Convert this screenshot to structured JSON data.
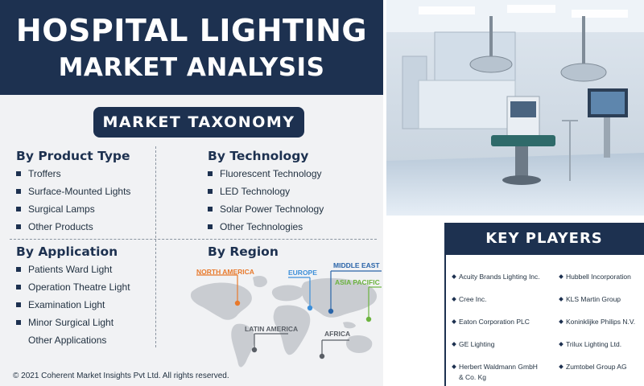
{
  "header": {
    "title_line1": "HOSPITAL LIGHTING",
    "title_line2": "MARKET ANALYSIS"
  },
  "taxonomy": {
    "badge": "MARKET  TAXONOMY",
    "product_type": {
      "title": "By Product Type",
      "items": [
        "Troffers",
        "Surface-Mounted Lights",
        "Surgical Lamps",
        "Other Products"
      ]
    },
    "technology": {
      "title": "By Technology",
      "items": [
        "Fluorescent Technology",
        "LED Technology",
        "Solar Power Technology",
        "Other Technologies"
      ]
    },
    "application": {
      "title": "By Application",
      "items": [
        "Patients Ward Light",
        "Operation Theatre Light",
        "Examination Light",
        "Minor Surgical Light",
        "Other Applications"
      ]
    },
    "region": {
      "title": "By Region",
      "labels": {
        "north_america": "NORTH AMERICA",
        "europe": "EUROPE",
        "middle_east": "MIDDLE EAST",
        "asia_pacific": "ASIA PACIFIC",
        "latin_america": "LATIN AMERICA",
        "africa": "AFRICA"
      }
    }
  },
  "key_players": {
    "title": "KEY PLAYERS",
    "col1": [
      "Acuity Brands Lighting Inc.",
      "Cree Inc.",
      "Eaton Corporation PLC",
      "GE Lighting",
      "Herbert Waldmann GmbH",
      "& Co. Kg"
    ],
    "col2": [
      "Hubbell Incorporation",
      "KLS Martin Group",
      "Koninklijke Philips N.V.",
      "Trilux Lighting Ltd.",
      "Zumtobel Group AG"
    ]
  },
  "footer": {
    "copyright": "© 2021 Coherent Market Insights Pvt Ltd. All rights reserved."
  },
  "colors": {
    "navy": "#1d3150",
    "north_america": "#e8792b",
    "europe": "#3d8fd9",
    "middle_east": "#2a64a8",
    "asia_pacific": "#6cb33f",
    "latin_america": "#5a5f66",
    "africa": "#5a5f66"
  },
  "icons": [
    "bullet-square-icon",
    "bullet-diamond-icon",
    "world-map-icon",
    "location-pin-icon"
  ]
}
